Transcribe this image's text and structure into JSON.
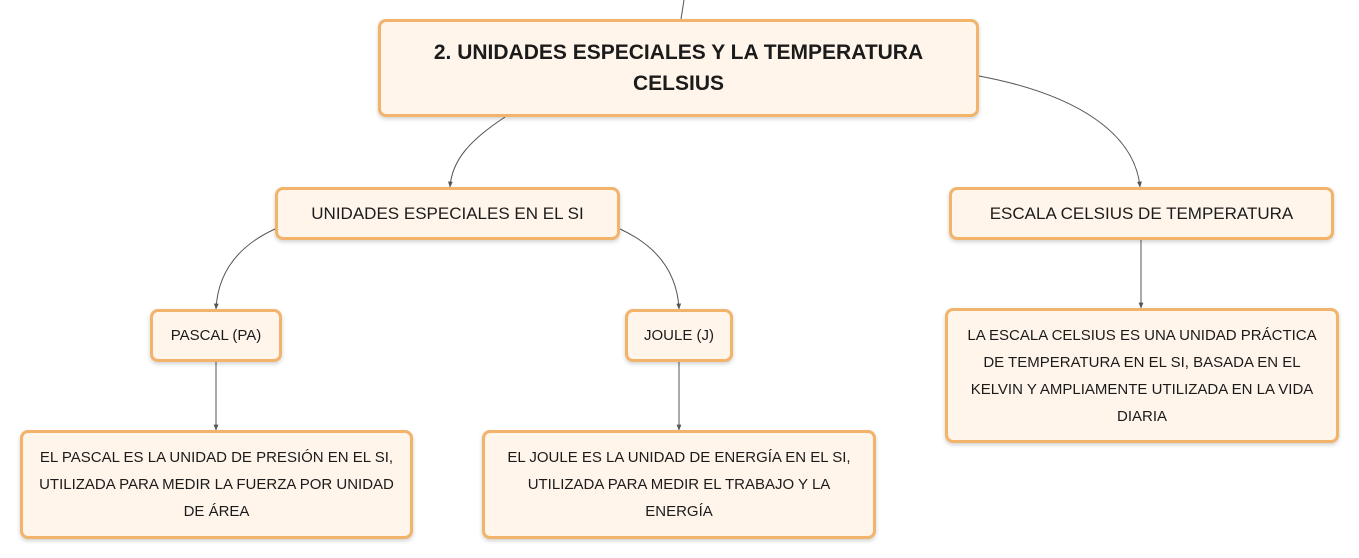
{
  "diagram": {
    "root": {
      "label": "2. UNIDADES ESPECIALES Y LA TEMPERATURA CELSIUS"
    },
    "unidades_especiales": {
      "label": "UNIDADES ESPECIALES EN EL SI"
    },
    "escala_celsius": {
      "label": "ESCALA CELSIUS DE TEMPERATURA"
    },
    "pascal": {
      "label": "PASCAL (PA)",
      "description": "EL PASCAL ES LA UNIDAD DE PRESIÓN EN EL SI, UTILIZADA PARA MEDIR LA FUERZA POR UNIDAD DE ÁREA"
    },
    "joule": {
      "label": "JOULE (J)",
      "description": "EL JOULE ES LA UNIDAD DE ENERGÍA EN EL SI, UTILIZADA PARA MEDIR EL TRABAJO Y LA ENERGÍA"
    },
    "escala_celsius_desc": {
      "description": "LA ESCALA CELSIUS ES UNA UNIDAD PRÁCTICA DE TEMPERATURA EN EL SI, BASADA EN EL KELVIN Y AMPLIAMENTE UTILIZADA EN LA VIDA DIARIA"
    },
    "colors": {
      "node_fill": "#fff5eb",
      "node_border": "#f2b36a",
      "connector": "#555555",
      "text": "#1b1b1b"
    }
  }
}
